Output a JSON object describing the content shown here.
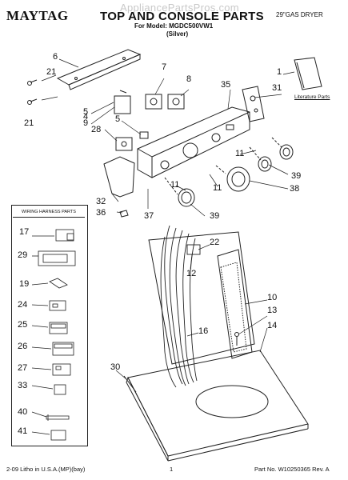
{
  "header": {
    "brand": "MAYTAG",
    "title": "TOP AND CONSOLE PARTS",
    "model_line": "For Model: MGDC500VW1",
    "color_line": "(Silver)",
    "product": "29\"GAS DRYER",
    "watermark": "AppliancePartsPros.com"
  },
  "labels": {
    "literature_parts": "Literature Parts",
    "wiring_harness_parts": "WIRING HARNESS PARTS"
  },
  "footer": {
    "left": "2-09 Litho in U.S.A.(MP)(bay)",
    "center": "1",
    "right": "Part No. W10250365 Rev. A"
  },
  "callouts": {
    "c1": "1",
    "c4": "4",
    "c5a": "5",
    "c5b": "5",
    "c6": "6",
    "c7": "7",
    "c8": "8",
    "c9": "9",
    "c10": "10",
    "c11a": "11",
    "c11b": "11",
    "c11c": "11",
    "c12": "12",
    "c13": "13",
    "c14": "14",
    "c16": "16",
    "c21a": "21",
    "c21b": "21",
    "c22": "22",
    "c28": "28",
    "c30": "30",
    "c31": "31",
    "c32": "32",
    "c35": "35",
    "c36": "36",
    "c37": "37",
    "c38": "38",
    "c39a": "39",
    "c39b": "39"
  },
  "harness_callouts": {
    "h17": "17",
    "h29": "29",
    "h19": "19",
    "h24": "24",
    "h25": "25",
    "h26": "26",
    "h27": "27",
    "h33": "33",
    "h40": "40",
    "h41": "41"
  }
}
